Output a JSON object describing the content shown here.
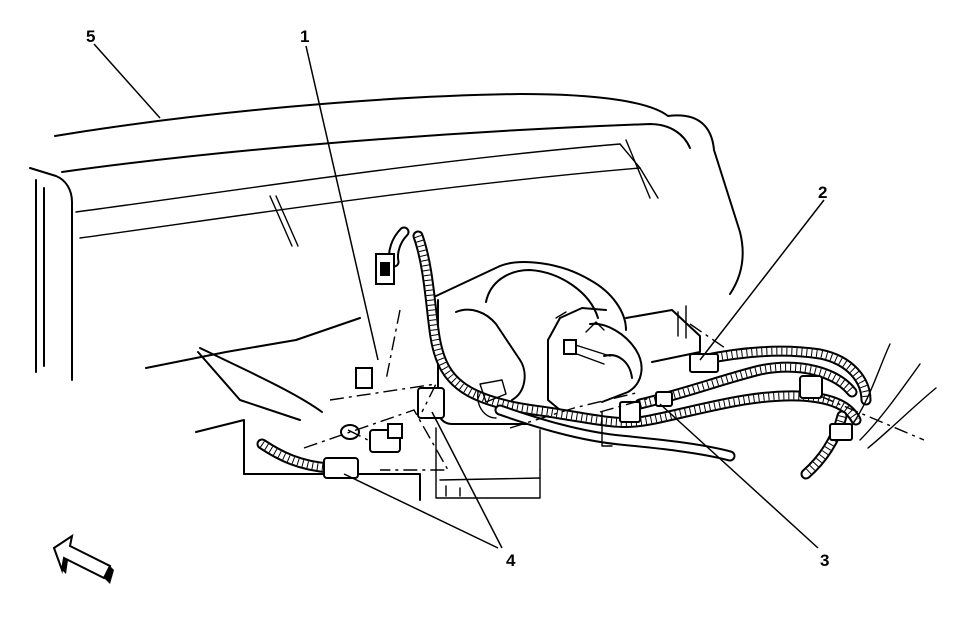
{
  "figure": {
    "callouts": [
      {
        "id": "callout-1",
        "label": "1"
      },
      {
        "id": "callout-2",
        "label": "2"
      },
      {
        "id": "callout-3",
        "label": "3"
      },
      {
        "id": "callout-4",
        "label": "4"
      },
      {
        "id": "callout-5",
        "label": "5"
      }
    ],
    "icons": [
      "front-direction-arrow-icon"
    ],
    "colors": {
      "ink": "#000000",
      "paper": "#ffffff"
    }
  }
}
